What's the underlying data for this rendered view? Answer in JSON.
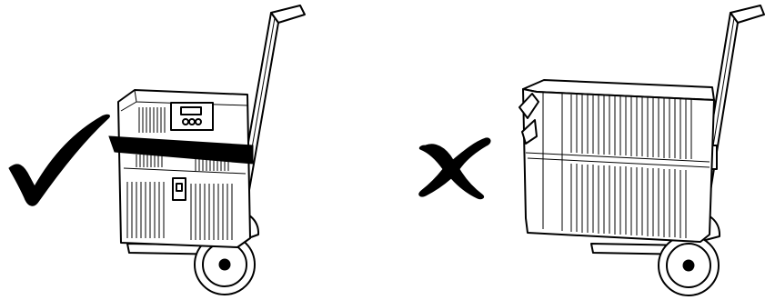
{
  "figure": {
    "panels": [
      {
        "id": "correct",
        "mark": "checkmark-icon",
        "meaning": "correct"
      },
      {
        "id": "incorrect",
        "mark": "cross-icon",
        "meaning": "incorrect"
      }
    ],
    "colors": {
      "ink": "#000000",
      "paper": "#ffffff"
    }
  }
}
